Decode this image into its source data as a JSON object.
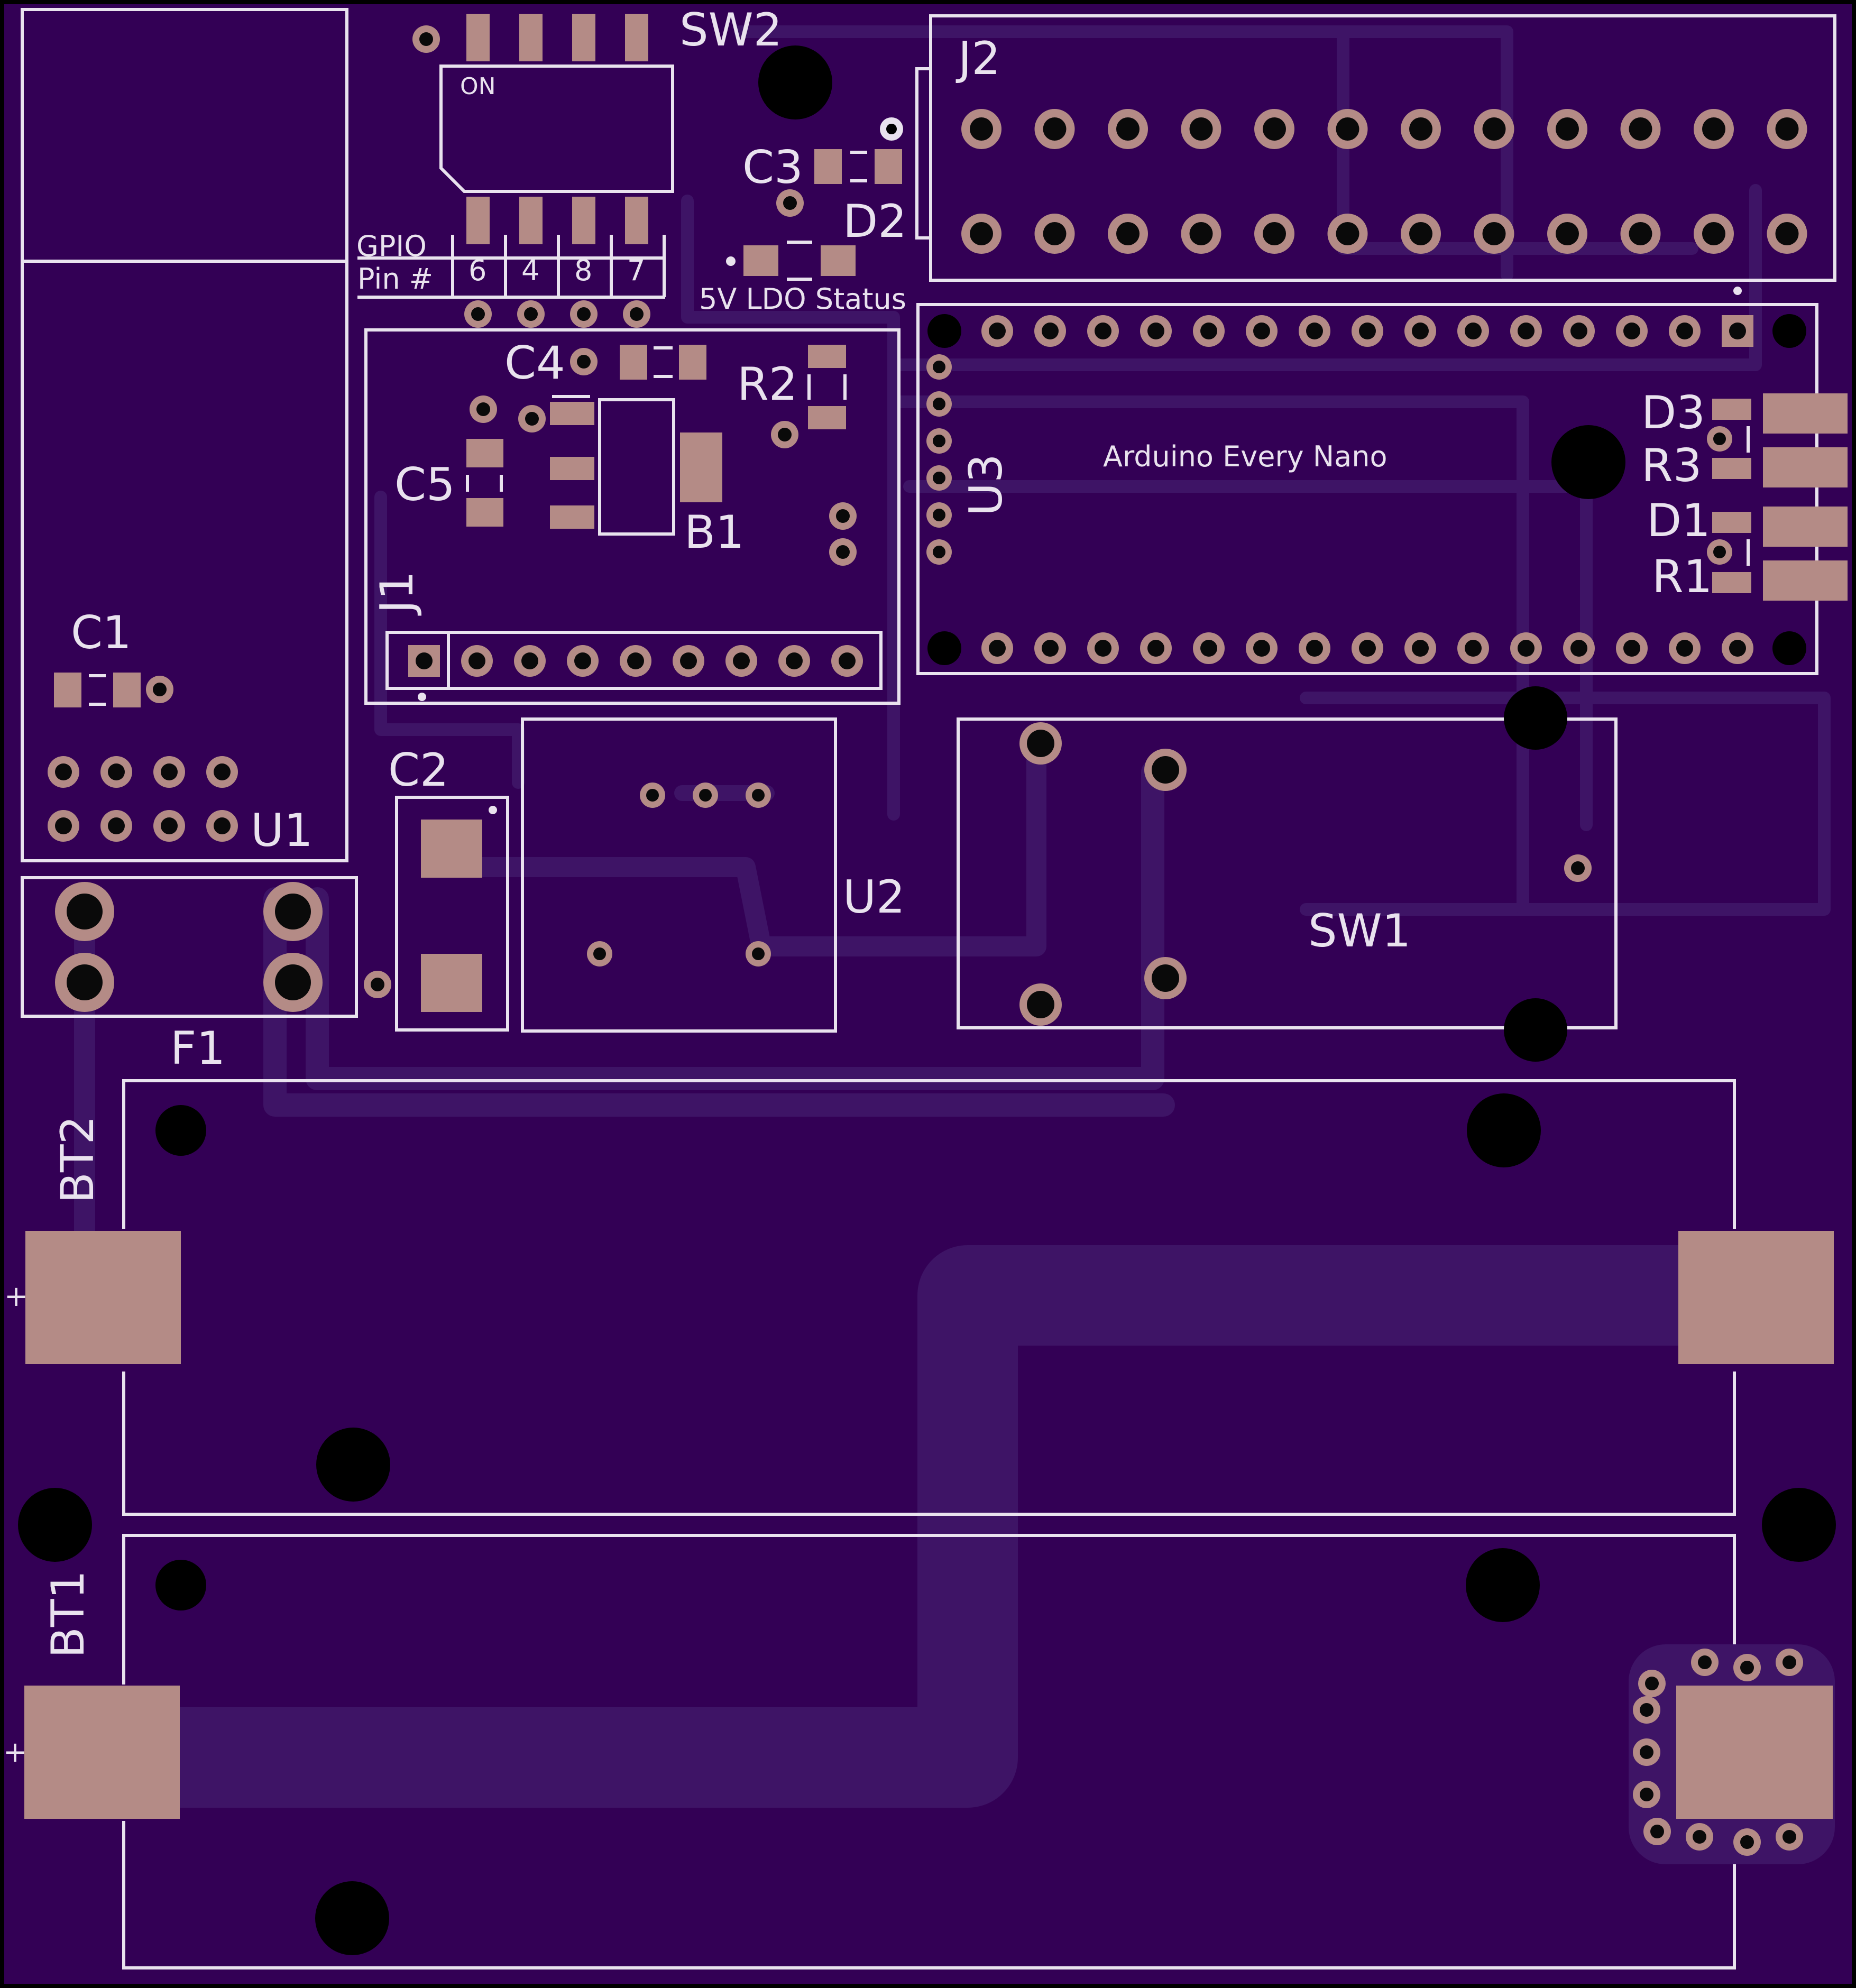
{
  "board": {
    "colors": {
      "substrate": "#330055",
      "trace": "#3e1466",
      "silkscreen": "#e9e2ee",
      "copper_pad": "#b48b86",
      "drill": "#000000",
      "edge": "#000000"
    }
  },
  "components": {
    "sw2": "SW2",
    "sw2_on": "ON",
    "gpio_label": "GPIO",
    "pin_label": "Pin #",
    "gpio_pins": [
      "6",
      "4",
      "8",
      "7"
    ],
    "c3": "C3",
    "d2": "D2",
    "ldo_status": "5V LDO Status",
    "j2": "J2",
    "c4": "C4",
    "r2": "R2",
    "c5": "C5",
    "b1": "B1",
    "j1": "J1",
    "u3": "U3",
    "arduino": "Arduino Every Nano",
    "d3": "D3",
    "r3": "R3",
    "d1": "D1",
    "r1": "R1",
    "c1": "C1",
    "u1": "U1",
    "c2": "C2",
    "u2": "U2",
    "sw1": "SW1",
    "f1": "F1",
    "bt2": "BT2",
    "bt1": "BT1",
    "plus_top": "+",
    "plus_bottom": "+"
  }
}
